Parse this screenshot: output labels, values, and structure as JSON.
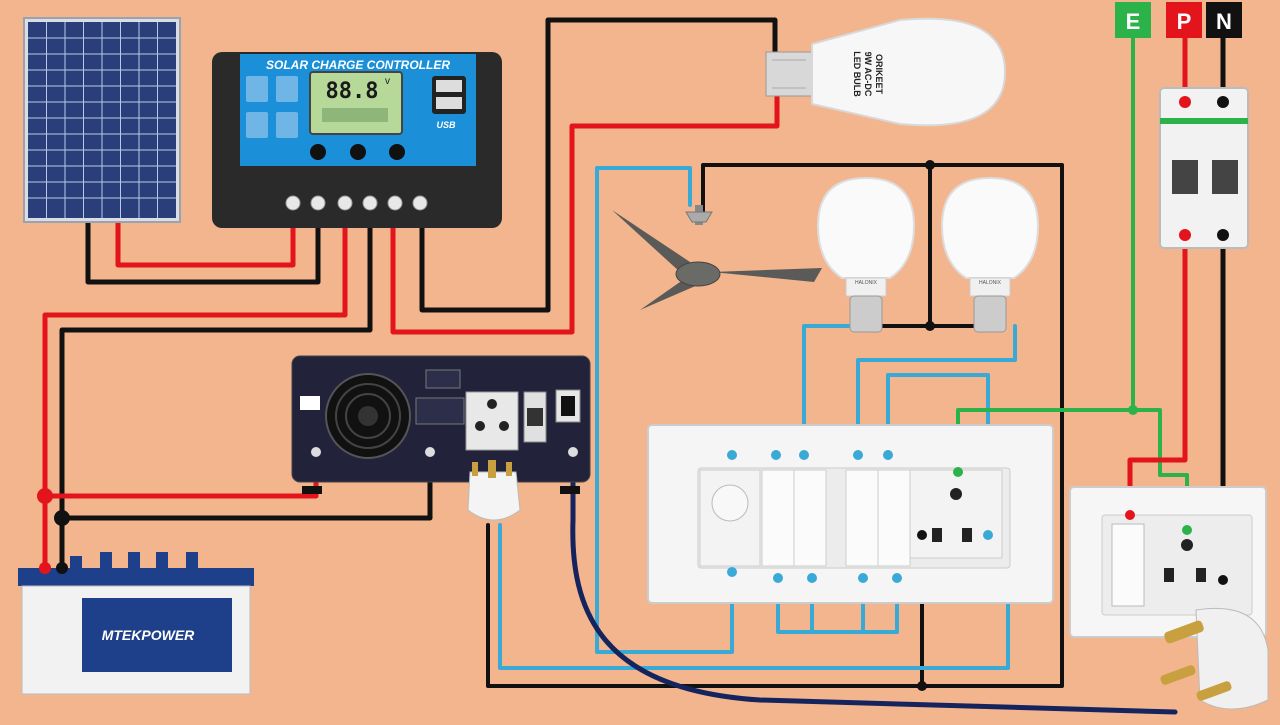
{
  "controller": {
    "title": "SOLAR CHARGE CONTROLLER",
    "display": "88.8",
    "display_unit": "v",
    "usb_label": "USB"
  },
  "bulb_top": {
    "lines": [
      "ORIKEET",
      "9W AC-DC",
      "LED BULB"
    ]
  },
  "battery": {
    "brand": "MTEKPOWER"
  },
  "bulb_brand": "HALONIX",
  "terminals": {
    "earth": "E",
    "phase": "P",
    "neutral": "N"
  },
  "colors": {
    "background": "#f2b58e",
    "wire_positive": "#e3141b",
    "wire_negative": "#111111",
    "wire_switched": "#39a9d6",
    "wire_earth": "#2bb34a",
    "wire_inverter_out": "#16245e",
    "controller_blue": "#1b8fd8",
    "lcd_green": "#b6d99a"
  }
}
